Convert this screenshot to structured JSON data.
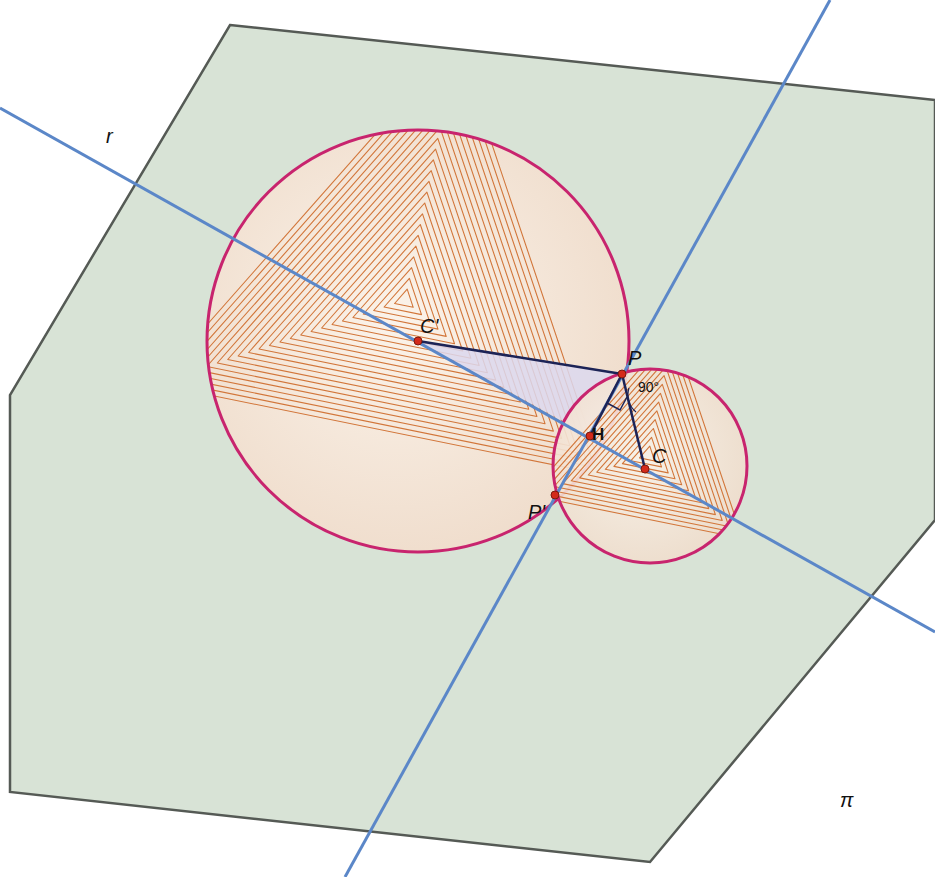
{
  "diagram": {
    "labels": [
      "r",
      "C'",
      "P",
      "90°",
      "H",
      "C",
      "P'",
      "π"
    ]
  }
}
